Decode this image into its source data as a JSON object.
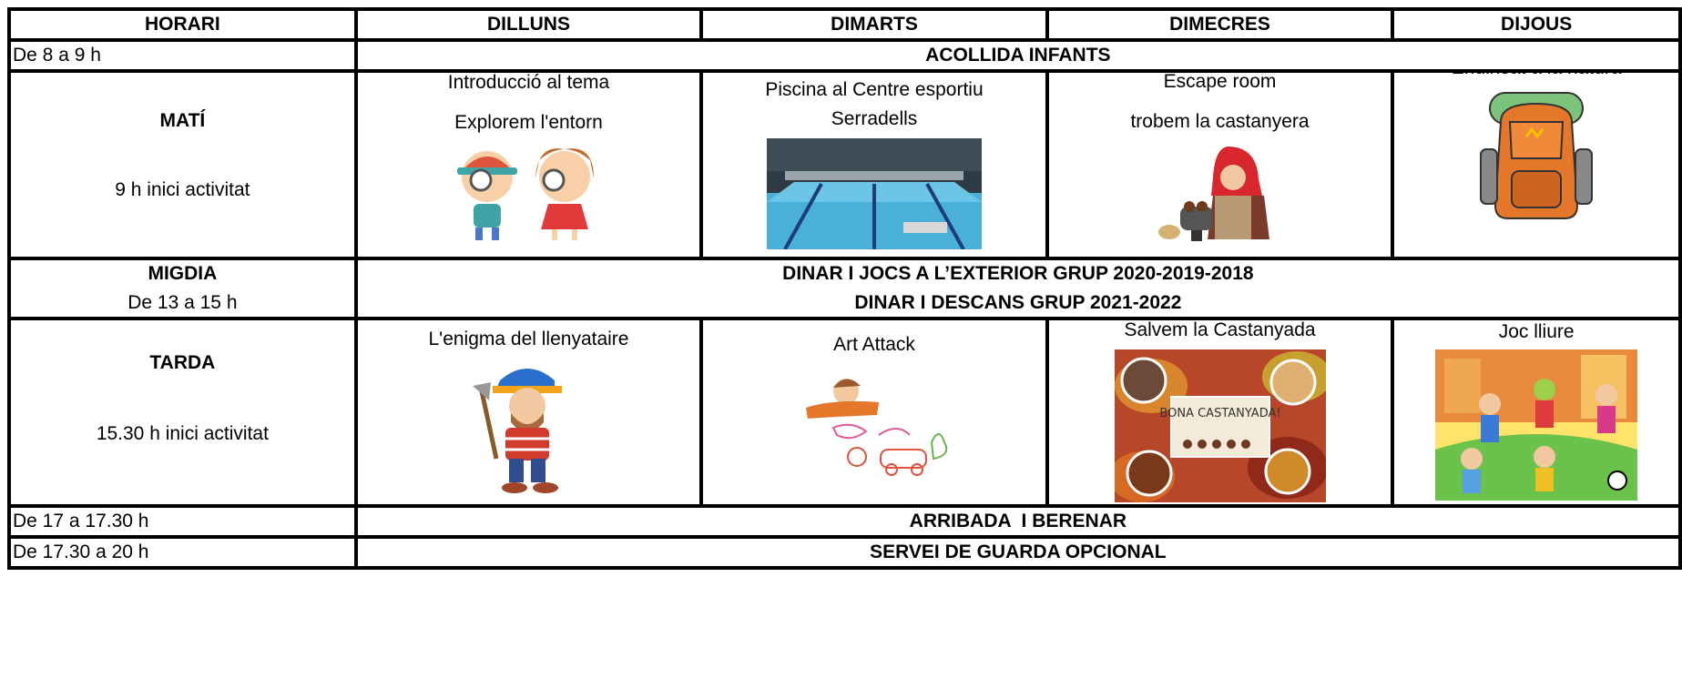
{
  "header": [
    "HORARI",
    "DILLUNS",
    "DIMARTS",
    "DIMECRES",
    "DIJOUS"
  ],
  "acollida": {
    "time": "De 8 a 9 h",
    "text": "ACOLLIDA INFANTS"
  },
  "mati": {
    "label": "MATÍ",
    "sub": "9 h inici activitat",
    "days": [
      {
        "lines": [
          "Introducció al tema",
          "Explorem l'entorn"
        ],
        "icon": "kids-magnifier-icon"
      },
      {
        "lines": [
          "Piscina al Centre esportiu",
          "Serradells"
        ],
        "icon": "swimming-pool-photo"
      },
      {
        "lines": [
          "Escape room",
          "trobem la castanyera"
        ],
        "icon": "chestnut-seller-icon"
      },
      {
        "lines": [
          "Endinsat a la natura"
        ],
        "icon": "backpack-icon"
      }
    ]
  },
  "migdia": {
    "label": "MIGDIA",
    "sub": "De 13 a 15 h",
    "line1": "DINAR I JOCS A L’EXTERIOR GRUP 2020-2019-2018",
    "line2": "DINAR I DESCANS GRUP 2021-2022"
  },
  "tarda": {
    "label": "TARDA",
    "sub": "15.30 h inici activitat",
    "days": [
      {
        "lines": [
          "L'enigma del llenyataire"
        ],
        "icon": "lumberjack-icon"
      },
      {
        "lines": [
          "Art Attack"
        ],
        "icon": "child-drawing-icon"
      },
      {
        "lines": [
          "Salvem la Castanyada"
        ],
        "icon": "castanyada-photo",
        "badge": "BONA CASTANYADA!"
      },
      {
        "lines": [
          "Joc lliure"
        ],
        "icon": "kids-playing-icon"
      }
    ]
  },
  "arribada": {
    "time": "De 17 a 17.30 h",
    "text": "ARRIBADA  I BERENAR"
  },
  "guarda": {
    "time": "De 17.30 a 20 h",
    "text": "SERVEI DE GUARDA OPCIONAL"
  }
}
